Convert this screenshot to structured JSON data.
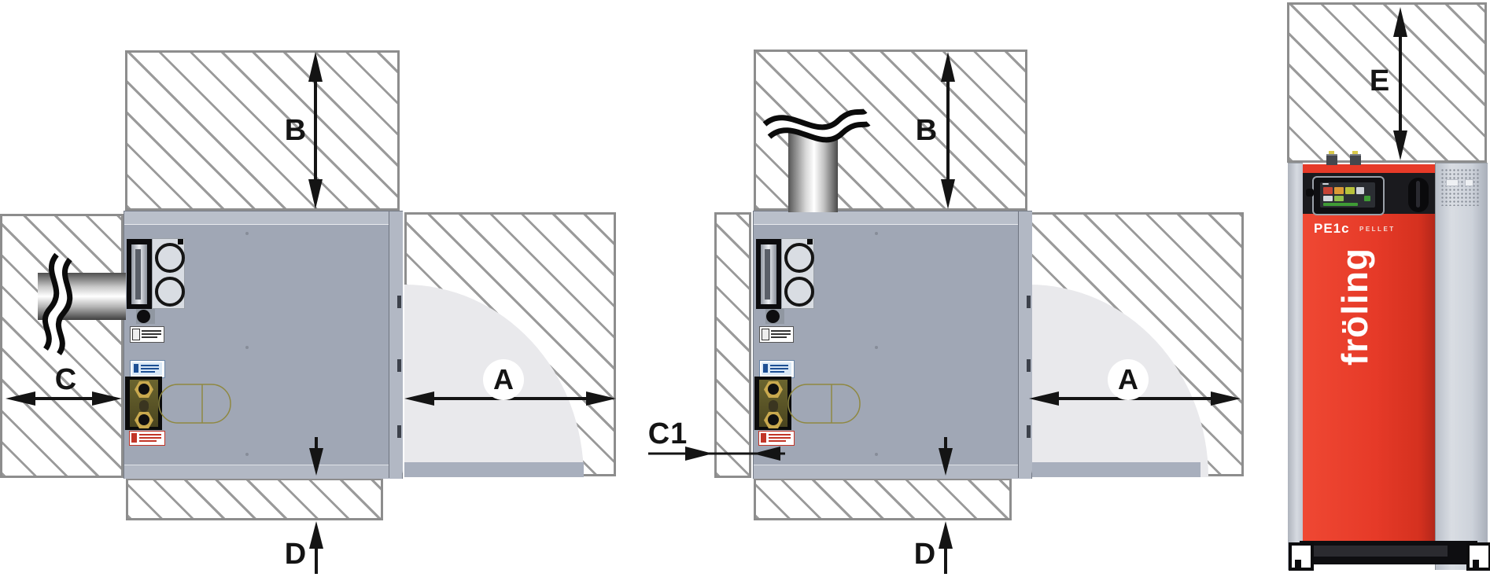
{
  "left_diagram": {
    "dims": {
      "b": "B",
      "c": "C",
      "a": "A",
      "d": "D"
    }
  },
  "middle_diagram": {
    "dims": {
      "b": "B",
      "c1": "C1",
      "a": "A",
      "d": "D"
    }
  },
  "front_diagram": {
    "dims": {
      "e": "E"
    },
    "boiler": {
      "brand": "fröling",
      "model": "PE1c",
      "series": "PELLET"
    }
  },
  "colors": {
    "brand_red": "#e63a28",
    "dimension_black": "#141414",
    "hatch_line": "#9a9a9a",
    "boiler_body_gray": "#a0a7b5",
    "door_swing_gray": "#e9e9ec"
  }
}
